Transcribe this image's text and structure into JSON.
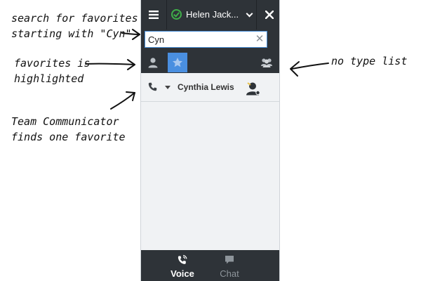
{
  "annotations": {
    "search": "search for favorites\nstarting with \"Cyn\"",
    "favorites": "favorites is\nhighlighted",
    "finds": "Team Communicator\nfinds one favorite",
    "no_type": "no type list"
  },
  "header": {
    "user_name": "Helen Jack...",
    "icons": {
      "menu": "hamburger-menu-icon",
      "status": "ready-check-icon",
      "dropdown": "chevron-down-icon",
      "close": "close-x-icon"
    }
  },
  "search": {
    "value": "Cyn",
    "clear_glyph": "✕"
  },
  "filters": [
    {
      "icon": "person-icon",
      "active": false
    },
    {
      "icon": "star-icon",
      "active": true
    },
    {
      "icon": "group-icon",
      "active": false
    }
  ],
  "results": [
    {
      "name": "Cynthia Lewis",
      "icon": "contact-avatar-icon"
    }
  ],
  "bottom_tabs": [
    {
      "label": "Voice",
      "icon": "phone-icon",
      "active": true
    },
    {
      "label": "Chat",
      "icon": "chat-bubble-icon",
      "active": false
    }
  ],
  "colors": {
    "dark_bar": "#2e3338",
    "accent": "#4a8fe0",
    "status_green": "#3fae49",
    "panel_bg": "#f0f2f4"
  }
}
